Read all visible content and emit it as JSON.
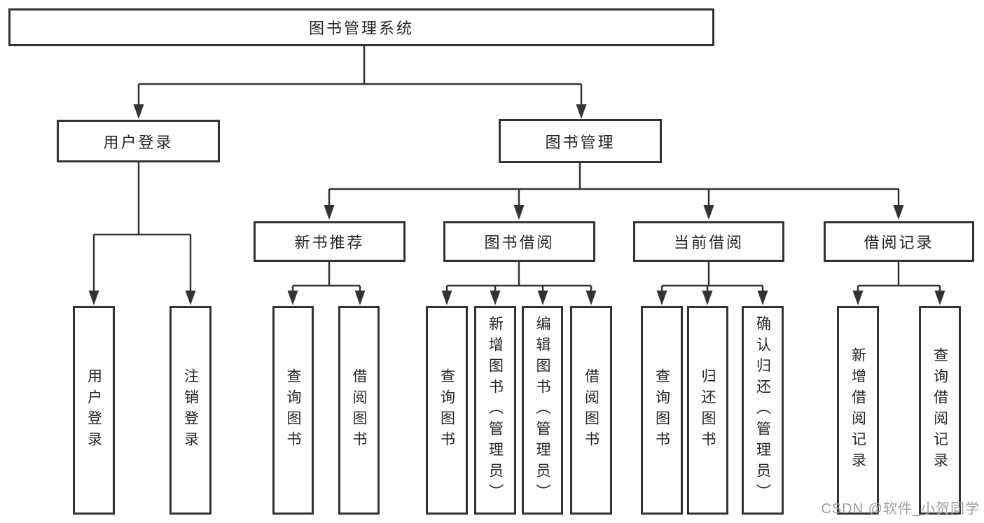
{
  "diagram": {
    "root": {
      "label": "图书管理系统",
      "children": [
        {
          "label": "用户登录",
          "children": [
            {
              "label": "用户登录"
            },
            {
              "label": "注销登录"
            }
          ]
        },
        {
          "label": "图书管理",
          "children": [
            {
              "label": "新书推荐",
              "children": [
                {
                  "label": "查询图书"
                },
                {
                  "label": "借阅图书"
                }
              ]
            },
            {
              "label": "图书借阅",
              "children": [
                {
                  "label": "查询图书"
                },
                {
                  "label": "新增图书（管理员）"
                },
                {
                  "label": "编辑图书（管理员）"
                },
                {
                  "label": "借阅图书"
                }
              ]
            },
            {
              "label": "当前借阅",
              "children": [
                {
                  "label": "查询图书"
                },
                {
                  "label": "归还图书"
                },
                {
                  "label": "确认归还（管理员）"
                }
              ]
            },
            {
              "label": "借阅记录",
              "children": [
                {
                  "label": "新增借阅记录"
                },
                {
                  "label": "查询借阅记录"
                }
              ]
            }
          ]
        }
      ]
    },
    "watermark": "CSDN @软件_小贺同学",
    "colors": {
      "line": "#333333",
      "box_border": "#333333",
      "box_fill": "#ffffff",
      "text": "#262626",
      "watermark": "#9e9e9e",
      "background": "#ffffff"
    }
  }
}
